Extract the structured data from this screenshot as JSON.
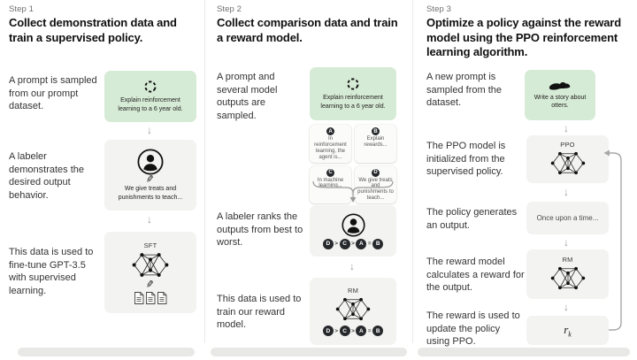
{
  "colors": {
    "background": "#ffffff",
    "green_box": "#d6ebd5",
    "gray_box": "#f3f3f1",
    "card": "#fbfbf9",
    "dark_circle": "#26282c",
    "heading_text": "#101010",
    "body_text": "#333333",
    "muted_label": "#6f6f6f",
    "arrow": "#9a9a9a",
    "divider": "#e9e9e9"
  },
  "icons": {
    "sample": "dashed-circle-icon",
    "labeler": "person-in-circle-icon",
    "pen": "pen-icon",
    "documents": "three-documents-icon",
    "network": "neural-network-icon",
    "otter": "otter-icon",
    "arrow_down": "↓"
  },
  "steps": [
    {
      "label": "Step 1",
      "heading": "Collect demonstration data and train a supervised policy.",
      "prompt_text": "A prompt is sampled from our prompt dataset.",
      "prompt_box": "Explain reinforcement learning to a 6 year old.",
      "labeler_text": "A labeler demonstrates the desired output behavior.",
      "labeler_box": "We give treats and punishments to teach...",
      "train_text": "This data is used to fine-tune GPT-3.5 with supervised learning.",
      "model_label": "SFT"
    },
    {
      "label": "Step 2",
      "heading": "Collect comparison data and train a reward model.",
      "prompt_text": "A prompt and several model outputs are sampled.",
      "prompt_box": "Explain reinforcement learning to a 6 year old.",
      "outputs": [
        {
          "letter": "A",
          "text": "In reinforcement learning, the agent is..."
        },
        {
          "letter": "B",
          "text": "Explain rewards..."
        },
        {
          "letter": "C",
          "text": "In machine learning..."
        },
        {
          "letter": "D",
          "text": "We give treats and punishments to teach..."
        }
      ],
      "rank_text": "A labeler ranks the outputs from best to worst.",
      "ranking": [
        "D",
        ">",
        "C",
        ">",
        "A",
        "=",
        "B"
      ],
      "train_text": "This data is used to train our reward model.",
      "model_label": "RM"
    },
    {
      "label": "Step 3",
      "heading": "Optimize a policy against the reward model using the PPO reinforcement learning algorithm.",
      "prompt_text": "A new prompt is sampled from the dataset.",
      "prompt_box": "Write a story about otters.",
      "ppo_text": "The PPO model is initialized from the supervised policy.",
      "ppo_label": "PPO",
      "output_text": "The policy generates an output.",
      "output_box": "Once upon a time...",
      "reward_text": "The reward model calculates a reward for the output.",
      "rm_label": "RM",
      "update_text": "The reward is used to update the policy using PPO.",
      "reward_symbol": {
        "base": "r",
        "sub": "k"
      }
    }
  ]
}
